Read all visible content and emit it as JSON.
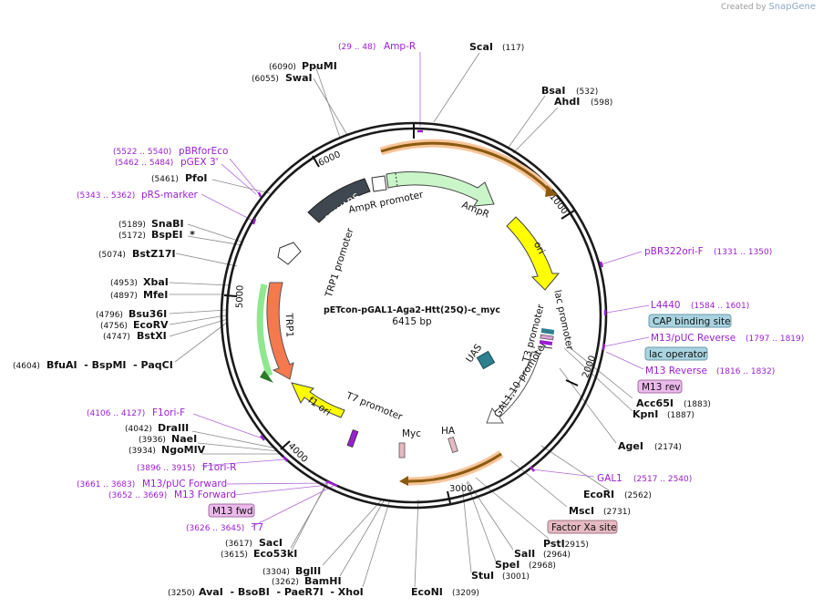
{
  "brand": {
    "prefix": "Created by",
    "name": "SnapGene"
  },
  "plasmid": {
    "name": "pETcon-pGAL1-Aga2-Htt(25Q)-c_myc",
    "length": "6415 bp"
  },
  "ticks": [
    "1000",
    "2000",
    "3000",
    "4000",
    "5000",
    "6000"
  ],
  "enzymes": {
    "ScaI": "ScaI",
    "ScaI_pos": "(117)",
    "BsaI": "BsaI",
    "BsaI_pos": "(532)",
    "AhdI": "AhdI",
    "AhdI_pos": "(598)",
    "Acc65I": "Acc65I",
    "Acc65I_pos": "(1883)",
    "KpnI": "KpnI",
    "KpnI_pos": "(1887)",
    "AgeI": "AgeI",
    "AgeI_pos": "(2174)",
    "EcoRI": "EcoRI",
    "EcoRI_pos": "(2562)",
    "MscI": "MscI",
    "MscI_pos": "(2731)",
    "PstI": "PstI",
    "PstI_pos": "(2915)",
    "SalI": "SalI",
    "SalI_pos": "(2964)",
    "SpeI": "SpeI",
    "SpeI_pos": "(2968)",
    "StuI": "StuI",
    "StuI_pos": "(3001)",
    "EcoNI": "EcoNI",
    "EcoNI_pos": "(3209)",
    "AvaI_row": "AvaI  - BsoBI  - PaeR7I  - XhoI",
    "AvaI_pos": "(3250)",
    "BamHI": "BamHI",
    "BamHI_pos": "(3262)",
    "BglII": "BglII",
    "BglII_pos": "(3304)",
    "Eco53kI": "Eco53kI",
    "Eco53kI_pos": "(3615)",
    "SacI": "SacI",
    "SacI_pos": "(3617)",
    "NgoMIV": "NgoMIV",
    "NgoMIV_pos": "(3934)",
    "NaeI": "NaeI",
    "NaeI_pos": "(3936)",
    "DraIII": "DraIII",
    "DraIII_pos": "(4042)",
    "BfuAI_row": "BfuAI  - BspMI  - PaqCI",
    "BfuAI_pos": "(4604)",
    "BstXI": "BstXI",
    "BstXI_pos": "(4747)",
    "EcoRV": "EcoRV",
    "EcoRV_pos": "(4756)",
    "Bsu36I": "Bsu36I",
    "Bsu36I_pos": "(4796)",
    "MfeI": "MfeI",
    "MfeI_pos": "(4897)",
    "XbaI": "XbaI",
    "XbaI_pos": "(4953)",
    "BstZ17I": "BstZ17I",
    "BstZ17I_pos": "(5074)",
    "BspEI": "BspEI  *",
    "BspEI_pos": "(5172)",
    "SnaBI": "SnaBI",
    "SnaBI_pos": "(5189)",
    "PfoI": "PfoI",
    "PfoI_pos": "(5461)",
    "SwaI": "SwaI",
    "SwaI_pos": "(6055)",
    "PpuMI": "PpuMI",
    "PpuMI_pos": "(6090)"
  },
  "primers": {
    "AmpR_pos": "(29 .. 48)",
    "AmpR": "Amp-R",
    "pBR322ori_F": "pBR322ori-F",
    "pBR322ori_F_pos": "(1331 .. 1350)",
    "L4440": "L4440",
    "L4440_pos": "(1584 .. 1601)",
    "M13pUC_Rev": "M13/pUC Reverse",
    "M13pUC_Rev_pos": "(1797 .. 1819)",
    "M13_Rev": "M13 Reverse",
    "M13_Rev_pos": "(1816 .. 1832)",
    "GAL1": "GAL1",
    "GAL1_pos": "(2517 .. 2540)",
    "F1ori_F_pos": "(4106 .. 4127)",
    "F1ori_F": "F1ori-F",
    "F1ori_R_pos": "(3896 .. 3915)",
    "F1ori_R": "F1ori-R",
    "M13pUC_Fwd_pos": "(3661 .. 3683)",
    "M13pUC_Fwd": "M13/pUC Forward",
    "M13_Fwd_pos": "(3652 .. 3669)",
    "M13_Fwd": "M13 Forward",
    "T7_pos": "(3626 .. 3645)",
    "T7": "T7",
    "pBRforEco_pos": "(5522 .. 5540)",
    "pBRforEco": "pBRforEco",
    "pGEX3_pos": "(5462 .. 5484)",
    "pGEX3": "pGEX 3'",
    "pRS_pos": "(5343 .. 5362)",
    "pRS": "pRS-marker"
  },
  "boxes": {
    "CAP": "CAP binding site",
    "lacop": "lac operator",
    "M13rev": "M13 rev",
    "FactorXa": "Factor Xa site",
    "M13fwd": "M13 fwd"
  },
  "features": {
    "CEN_ARS": "CEN/ARS",
    "AmpR_promoter": "AmpR promoter",
    "AmpR": "AmpR",
    "ori": "ori",
    "lac_promoter": "lac promoter",
    "T3_promoter": "T3 promoter",
    "UAS": "UAS",
    "GAL110": "GAL1,10 promoter",
    "HA": "HA",
    "Myc": "Myc",
    "T7_promoter": "T7 promoter",
    "f1_ori": "f1 ori",
    "TRP1": "TRP1",
    "TRP1_promoter": "TRP1 promoter"
  },
  "colors": {
    "backbone": "#1a1a1a",
    "primer": "#9a1fd0",
    "ampr": "#c9f5c9",
    "ori": "#ffff00",
    "trp1": "#f47a4e",
    "cen": "#3f4750",
    "cap_box": "#a9d3e0",
    "m13rev_box": "#ecb9ec",
    "factorxa_box": "#e6b9c3"
  }
}
